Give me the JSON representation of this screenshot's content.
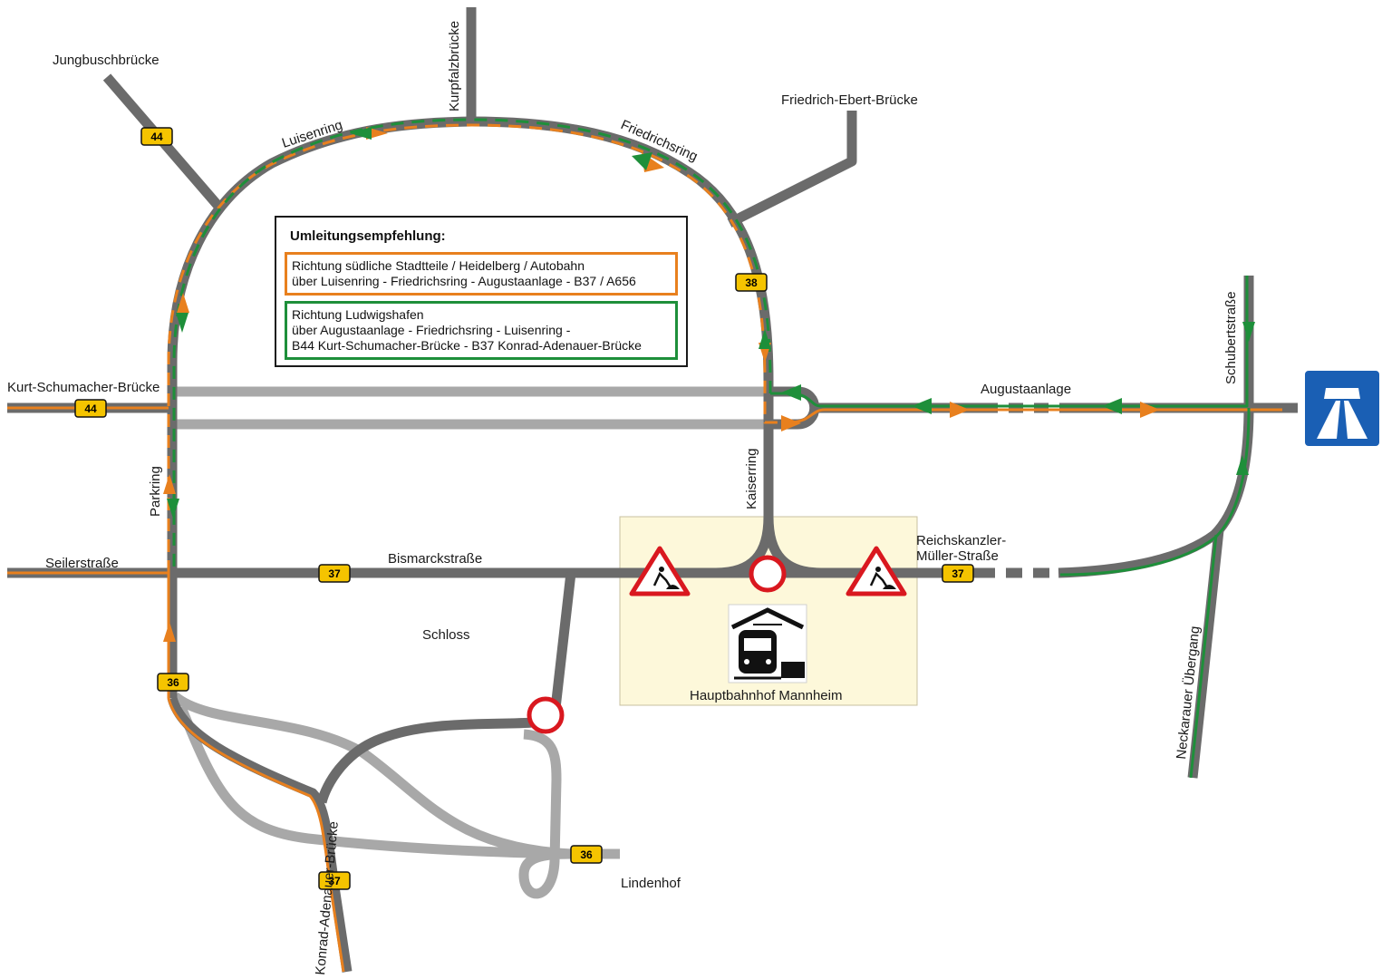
{
  "colors": {
    "road_dark": "#6b6b6b",
    "road_light": "#a8a8a8",
    "route_orange": "#e8801e",
    "route_green": "#1e8f3a",
    "shield_yellow": "#f5c400",
    "station_area": "#fdf8da",
    "autobahn_blue": "#1a5fb4",
    "warning_red": "#d9181f"
  },
  "labels": {
    "jungbuschbruecke": "Jungbuschbrücke",
    "kurpfalzbruecke": "Kurpfalzbrücke",
    "friedrich_ebert_bruecke": "Friedrich-Ebert-Brücke",
    "luisenring": "Luisenring",
    "friedrichsring": "Friedrichsring",
    "kurt_schumacher_bruecke": "Kurt-Schumacher-Brücke",
    "parkring": "Parkring",
    "seilerstrasse": "Seilerstraße",
    "bismarckstrasse": "Bismarckstraße",
    "schloss": "Schloss",
    "kaiserring": "Kaiserring",
    "augustaanlage": "Augustaanlage",
    "schubertstrasse": "Schubertstraße",
    "reichskanzler_line1": "Reichskanzler-",
    "reichskanzler_line2": "Müller-Straße",
    "hauptbahnhof": "Hauptbahnhof Mannheim",
    "neckarauer_uebergang": "Neckarauer Übergang",
    "konrad_adenauer_bruecke": "Konrad-Adenauer-Brücke",
    "lindenhof": "Lindenhof"
  },
  "shields": {
    "b44_top": "44",
    "b38": "38",
    "b44_left": "44",
    "b37_bismarck": "37",
    "b37_reichskanzler": "37",
    "b36_parkring": "36",
    "b36_lindenhof": "36",
    "b37_konrad": "37"
  },
  "legend": {
    "title": "Umleitungsempfehlung:",
    "orange": {
      "line1": "Richtung südliche Stadtteile / Heidelberg / Autobahn",
      "line2": "über Luisenring - Friedrichsring - Augustaanlage - B37 / A656"
    },
    "green": {
      "line1": "Richtung Ludwigshafen",
      "line2": "über Augustaanlage - Friedrichsring - Luisenring -",
      "line3": "B44 Kurt-Schumacher-Brücke - B37 Konrad-Adenauer-Brücke"
    }
  },
  "icons": [
    "roadworks-warning-icon",
    "no-entry-icon",
    "tram-station-icon",
    "autobahn-icon"
  ]
}
